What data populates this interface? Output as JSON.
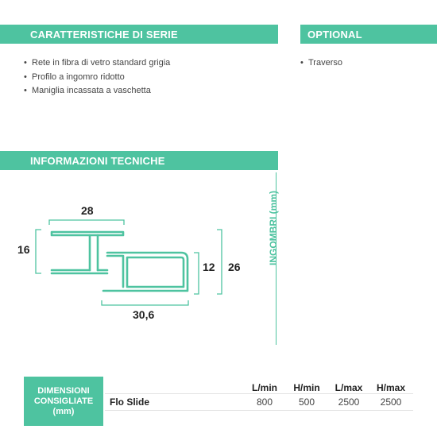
{
  "sections": {
    "serie_title": "CARATTERISTICHE DI SERIE",
    "optional_title": "OPTIONAL",
    "info_title": "INFORMAZIONI TECNICHE"
  },
  "serie_items": [
    "Rete in fibra di vetro standard grigia",
    "Profilo a ingomro ridotto",
    "Maniglia incassata a vaschetta"
  ],
  "optional_items": [
    "Traverso"
  ],
  "bullet": "•",
  "diagram": {
    "dim_top": "28",
    "dim_left": "16",
    "dim_right_inner": "12",
    "dim_right_outer": "26",
    "dim_bottom": "30,6",
    "side_label": "INGOMBRI (mm)"
  },
  "table": {
    "box_label": "DIMENSIONI\nCONSIGLIATE\n(mm)",
    "headers": [
      "L/min",
      "H/min",
      "L/max",
      "H/max"
    ],
    "rows": [
      {
        "name": "Flo Slide",
        "values": [
          "800",
          "500",
          "2500",
          "2500"
        ]
      }
    ]
  },
  "colors": {
    "accent": "#4ec3a0",
    "text": "#444444"
  }
}
